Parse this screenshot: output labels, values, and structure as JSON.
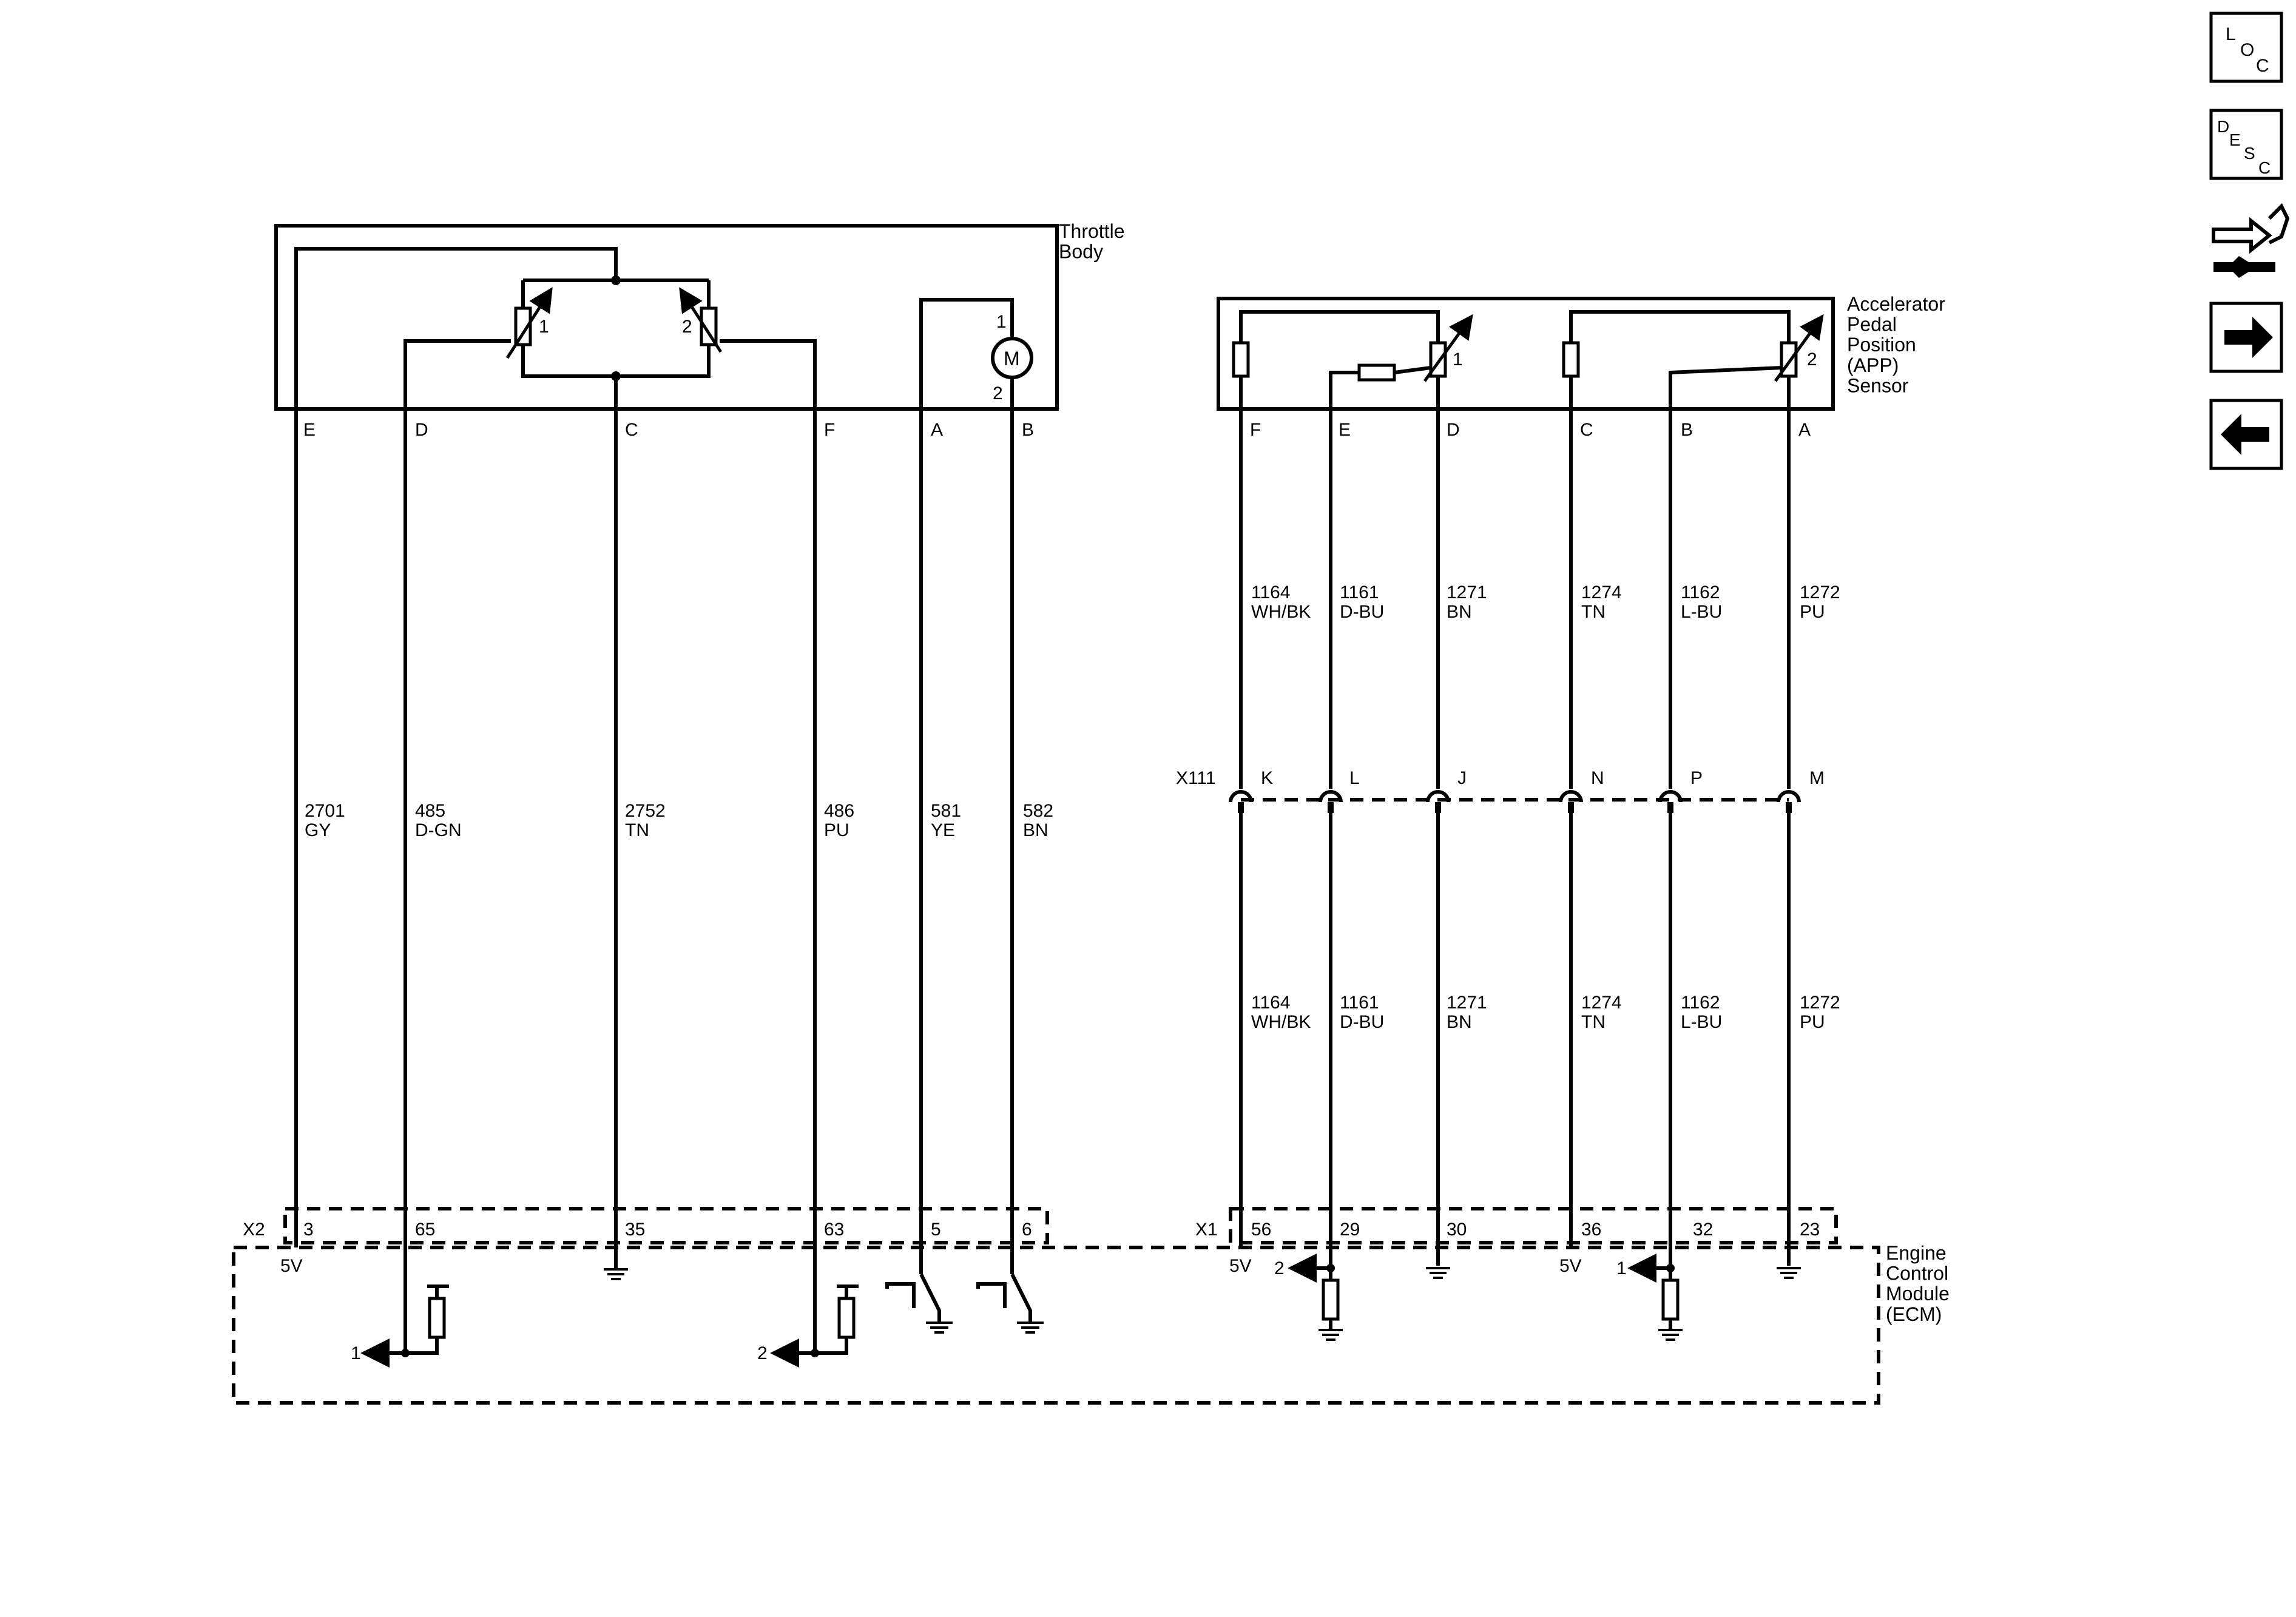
{
  "throttle_body": {
    "name": "Throttle\nBody",
    "sensor1_label": "1",
    "sensor2_label": "2",
    "motor_label": "M",
    "motor_pin1": "1",
    "motor_pin2": "2",
    "pins": [
      "E",
      "D",
      "C",
      "F",
      "A",
      "B"
    ]
  },
  "app_sensor": {
    "name": "Accelerator\nPedal\nPosition\n(APP)\nSensor",
    "sensor1_label": "1",
    "sensor2_label": "2",
    "pins": [
      "F",
      "E",
      "D",
      "C",
      "B",
      "A"
    ]
  },
  "throttle_wires": [
    {
      "circuit": "2701",
      "color": "GY"
    },
    {
      "circuit": "485",
      "color": "D-GN"
    },
    {
      "circuit": "2752",
      "color": "TN"
    },
    {
      "circuit": "486",
      "color": "PU"
    },
    {
      "circuit": "581",
      "color": "YE"
    },
    {
      "circuit": "582",
      "color": "BN"
    }
  ],
  "app_wires_upper": [
    {
      "circuit": "1164",
      "color": "WH/BK"
    },
    {
      "circuit": "1161",
      "color": "D-BU"
    },
    {
      "circuit": "1271",
      "color": "BN"
    },
    {
      "circuit": "1274",
      "color": "TN"
    },
    {
      "circuit": "1162",
      "color": "L-BU"
    },
    {
      "circuit": "1272",
      "color": "PU"
    }
  ],
  "app_wires_lower": [
    {
      "circuit": "1164",
      "color": "WH/BK"
    },
    {
      "circuit": "1161",
      "color": "D-BU"
    },
    {
      "circuit": "1271",
      "color": "BN"
    },
    {
      "circuit": "1274",
      "color": "TN"
    },
    {
      "circuit": "1162",
      "color": "L-BU"
    },
    {
      "circuit": "1272",
      "color": "PU"
    }
  ],
  "inline_connector": {
    "name": "X111",
    "pins": [
      "K",
      "L",
      "J",
      "N",
      "P",
      "M"
    ]
  },
  "ecm": {
    "name": "Engine\nControl\nModule\n(ECM)",
    "x2": {
      "name": "X2",
      "pins": [
        "3",
        "65",
        "35",
        "63",
        "5",
        "6"
      ]
    },
    "x1": {
      "name": "X1",
      "pins": [
        "56",
        "29",
        "30",
        "36",
        "32",
        "23"
      ]
    },
    "labels": {
      "five_v": "5V",
      "ref1": "1",
      "ref2": "2"
    }
  },
  "nav_buttons": [
    {
      "id": "loc",
      "text": "LOC"
    },
    {
      "id": "desc",
      "text": "DESC"
    },
    {
      "id": "connector",
      "icon": "connector-wrench-icon"
    },
    {
      "id": "next",
      "icon": "arrow-right-icon"
    },
    {
      "id": "prev",
      "icon": "arrow-left-icon"
    }
  ]
}
